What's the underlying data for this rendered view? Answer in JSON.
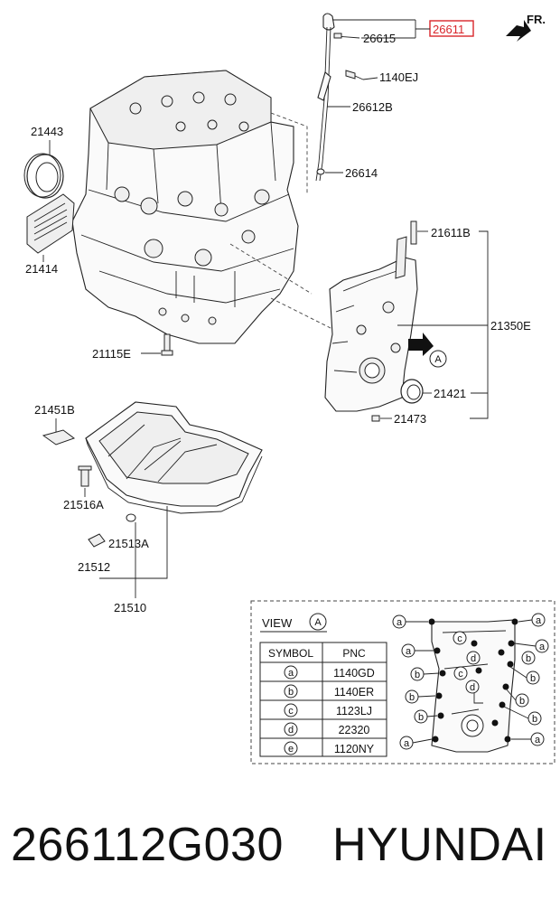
{
  "labels": {
    "fr": "FR.",
    "p26611": "26611",
    "p26615": "26615",
    "p1140EJ": "1140EJ",
    "p26612B": "26612B",
    "p26614": "26614",
    "p21443": "21443",
    "p21414": "21414",
    "p21611B": "21611B",
    "p21350E": "21350E",
    "p21421": "21421",
    "p21473": "21473",
    "p21115E": "21115E",
    "p21451B": "21451B",
    "p21516A": "21516A",
    "p21513A": "21513A",
    "p21512": "21512",
    "p21510": "21510",
    "view_a": "A"
  },
  "highlight_color": "#d9262b",
  "view_panel": {
    "title": "VIEW",
    "title_letter": "A",
    "table_headers": [
      "SYMBOL",
      "PNC"
    ],
    "rows": [
      {
        "symbol": "a",
        "pnc": "1140GD"
      },
      {
        "symbol": "b",
        "pnc": "1140ER"
      },
      {
        "symbol": "c",
        "pnc": "1123LJ"
      },
      {
        "symbol": "d",
        "pnc": "22320"
      },
      {
        "symbol": "e",
        "pnc": "1120NY"
      }
    ]
  },
  "footer": {
    "part_number": "266112G030",
    "brand": "HYUNDAI"
  }
}
